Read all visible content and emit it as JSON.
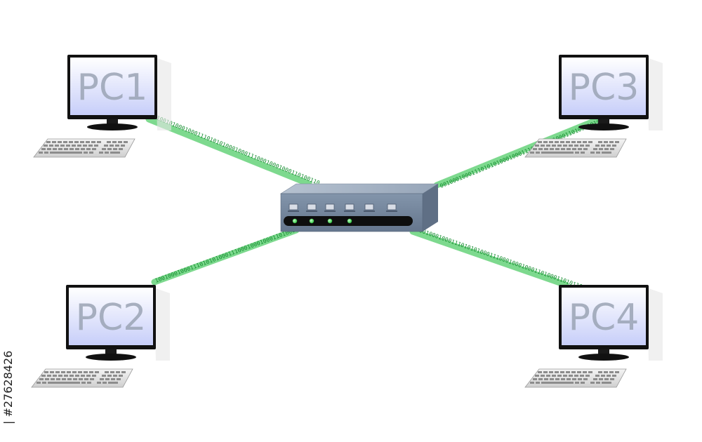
{
  "computers": [
    {
      "id": "pc1",
      "label": "PC1"
    },
    {
      "id": "pc2",
      "label": "PC2"
    },
    {
      "id": "pc3",
      "label": "PC3"
    },
    {
      "id": "pc4",
      "label": "PC4"
    }
  ],
  "links": {
    "pc1": "1001010001000111010101000100011100010001000110100110",
    "pc2": "1001000100011101010100011100010001000110100011010110",
    "pc3": "0010001000111010101000100011100010001000110100110101",
    "pc4": "1001000100011101010100011100010001000110100011010110"
  },
  "stock_id": "27628426",
  "stock_id_label": "| #27628426",
  "colors": {
    "cable": "#66d27a",
    "screen_top": "#ffffff",
    "screen_bottom": "#c7cef9",
    "hub_front": "#77889e",
    "hub_top": "#a2b0c2",
    "hub_side": "#5f6f85",
    "led": "#39d74a"
  },
  "icons": {
    "switch": "network-switch-icon",
    "monitor": "monitor-icon",
    "keyboard": "keyboard-icon"
  }
}
